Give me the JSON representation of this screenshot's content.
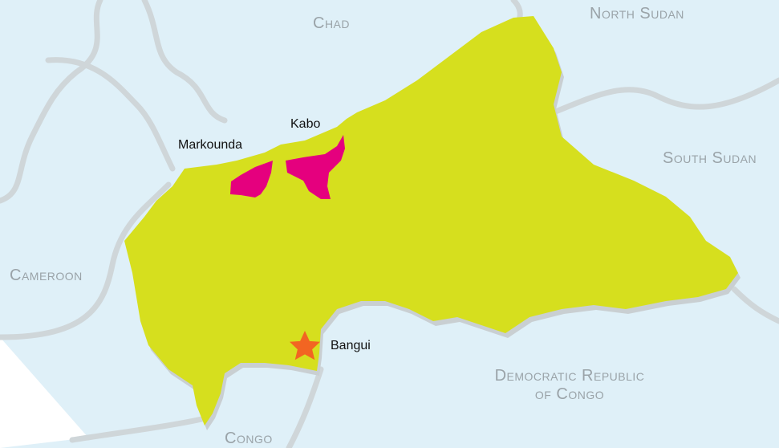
{
  "map": {
    "colors": {
      "water_background": "#dff0f8",
      "car_fill": "#d6df1e",
      "highlight_fill": "#e5007e",
      "capital_star": "#f26522",
      "border_line": "#cfd6d9",
      "neighbor_label": "#9aa3a8"
    },
    "neighbors": {
      "chad": "Chad",
      "north_sudan": "North Sudan",
      "south_sudan": "South Sudan",
      "cameroon": "Cameroon",
      "drc_line1": "Democratic Republic",
      "drc_line2": "of Congo",
      "congo": "Congo"
    },
    "towns": {
      "markounda": "Markounda",
      "kabo": "Kabo",
      "bangui": "Bangui"
    },
    "capital_icon": "star-icon"
  }
}
